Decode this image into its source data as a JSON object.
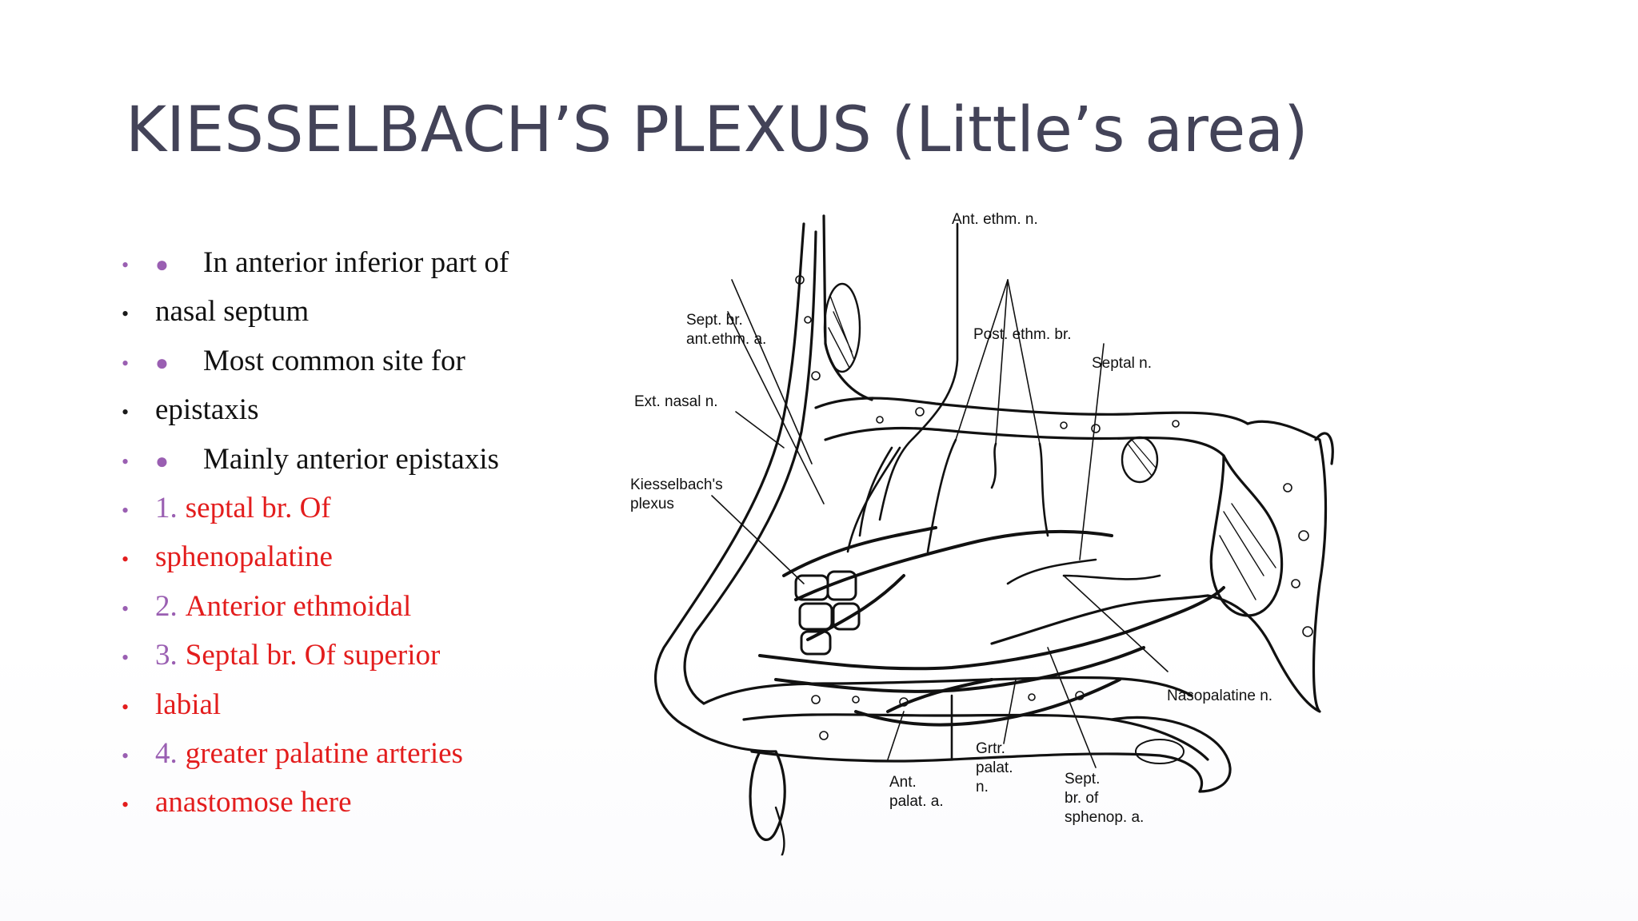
{
  "slide": {
    "title": "KIESSELBACH’S PLEXUS (Little’s area)"
  },
  "bullets": [
    {
      "marker": "purple",
      "sub": true,
      "number": "",
      "text": "In anterior inferior part of",
      "color": "dark"
    },
    {
      "marker": "dark",
      "sub": false,
      "number": "",
      "text": "nasal septum",
      "color": "dark"
    },
    {
      "marker": "purple",
      "sub": true,
      "number": "",
      "text": "Most common site for",
      "color": "dark"
    },
    {
      "marker": "dark",
      "sub": false,
      "number": "",
      "text": "epistaxis",
      "color": "dark"
    },
    {
      "marker": "purple",
      "sub": true,
      "number": "",
      "text": "Mainly anterior epistaxis",
      "color": "dark"
    },
    {
      "marker": "purple",
      "sub": false,
      "number": "1.",
      "text": "septal br. Of",
      "color": "red"
    },
    {
      "marker": "red",
      "sub": false,
      "number": "",
      "text": "sphenopalatine",
      "color": "red"
    },
    {
      "marker": "purple",
      "sub": false,
      "number": "2.",
      "text": "Anterior ethmoidal",
      "color": "red"
    },
    {
      "marker": "purple",
      "sub": false,
      "number": "3.",
      "text": "Septal br. Of superior",
      "color": "red"
    },
    {
      "marker": "red",
      "sub": false,
      "number": "",
      "text": "labial",
      "color": "red"
    },
    {
      "marker": "purple",
      "sub": false,
      "number": "4.",
      "text": "greater palatine arteries",
      "color": "red"
    },
    {
      "marker": "red",
      "sub": false,
      "number": "",
      "text": "anastomose here",
      "color": "red"
    }
  ],
  "diagram": {
    "labels": {
      "ant_ethm_n": "Ant. ethm. n.",
      "sept_br_1": "Sept. br.",
      "sept_br_2": "ant.ethm. a.",
      "post_ethm_br": "Post. ethm. br.",
      "septal_n": "Septal n.",
      "ext_nasal_n": "Ext. nasal n.",
      "kiessel_1": "Kiesselbach's",
      "kiessel_2": "plexus",
      "nasopalatine_n": "Nasopalatine n.",
      "grtr_1": "Grtr.",
      "grtr_2": "palat.",
      "grtr_3": "n.",
      "ant_palat_1": "Ant.",
      "ant_palat_2": "palat. a.",
      "sept_sph_1": "Sept.",
      "sept_sph_2": "br. of",
      "sept_sph_3": "sphenop. a."
    }
  },
  "colors": {
    "title": "#434358",
    "bullet_purple": "#9a5fb2",
    "text_red": "#e31d1d",
    "text_dark": "#111111"
  }
}
